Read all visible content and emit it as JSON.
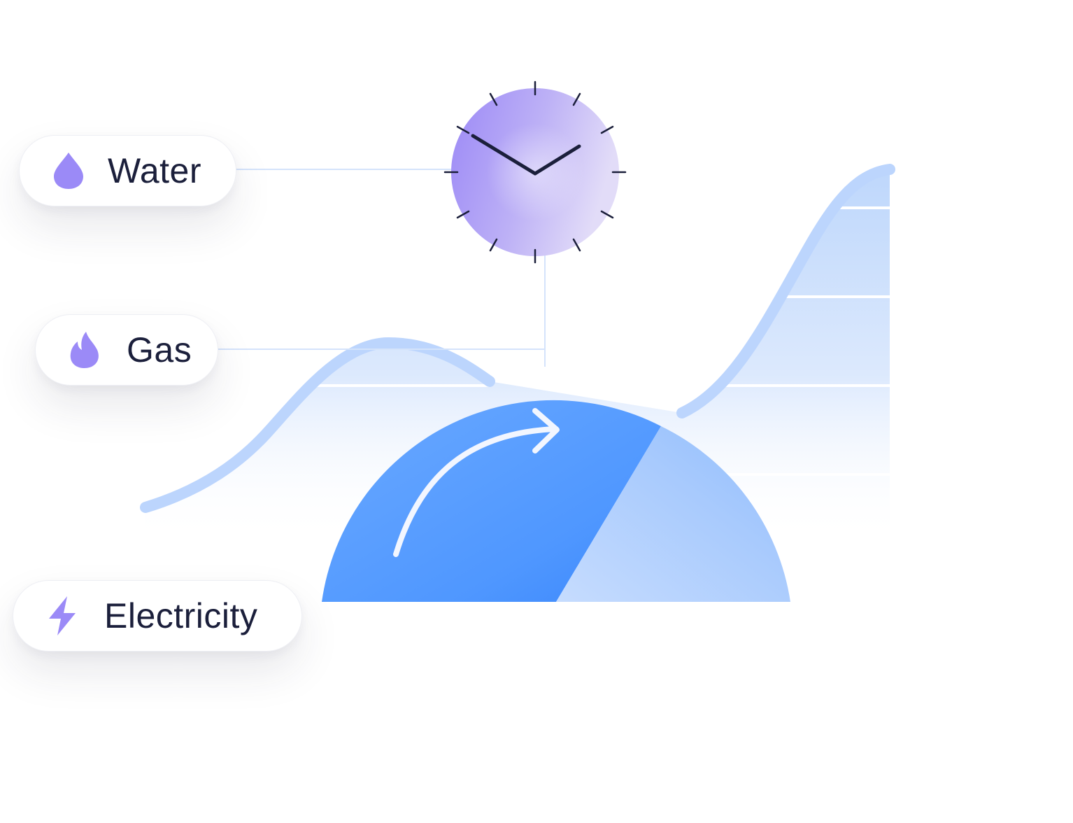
{
  "labels": {
    "water": "Water",
    "gas": "Gas",
    "electricity": "Electricity"
  },
  "icons": {
    "water": "water-drop-icon",
    "gas": "flame-icon",
    "electricity": "lightning-bolt-icon",
    "clock": "clock-icon",
    "gauge": "gauge-icon",
    "arrow": "curved-arrow-icon"
  },
  "colors": {
    "icon_purple": "#9b8af7",
    "label_text": "#1b1f3b",
    "clock_purple": "#a593f6",
    "gauge_blue": "#4a94ff",
    "curve_blue": "#bcd5fd",
    "connector": "#d4e3fb"
  }
}
